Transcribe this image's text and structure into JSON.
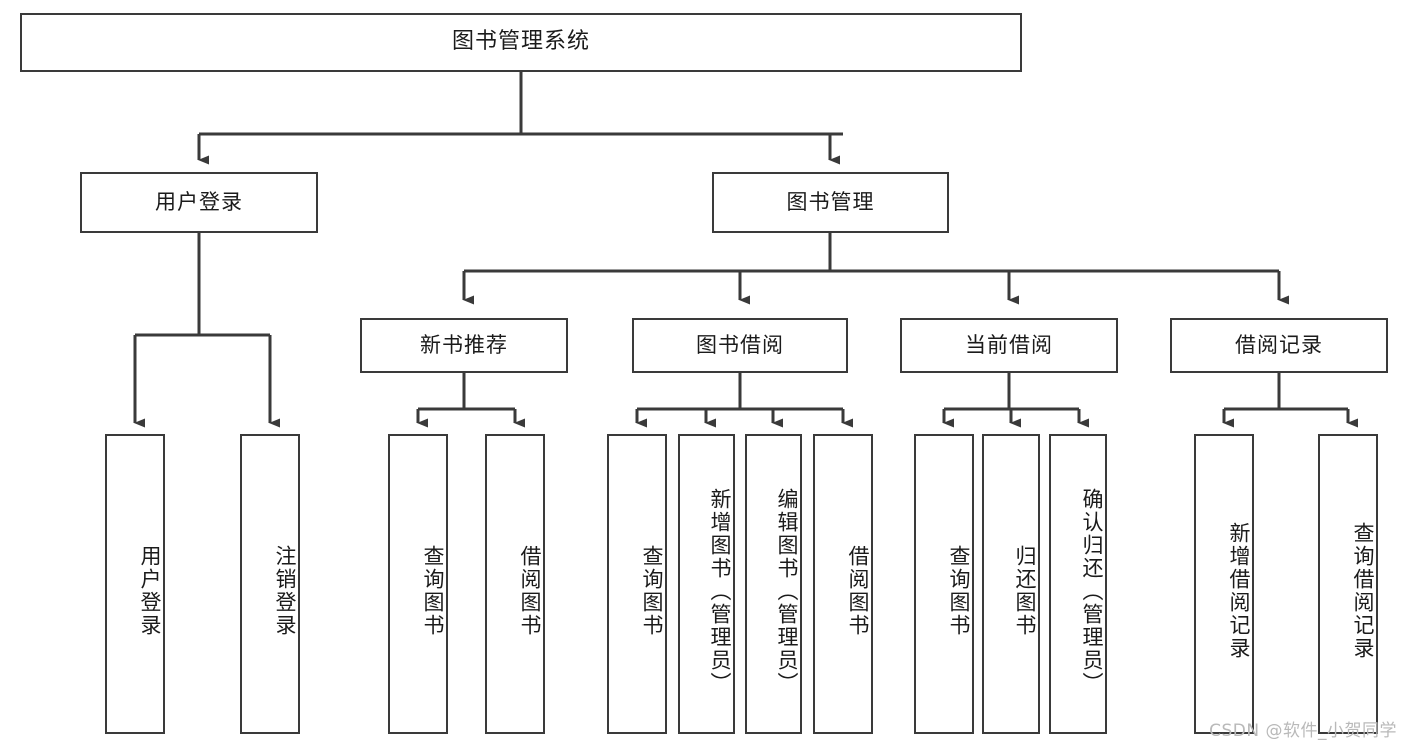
{
  "diagram": {
    "title": "图书管理系统",
    "type": "tree-hierarchy-chart",
    "colors": {
      "box_border": "#3a3a3a",
      "box_fill": "#ffffff",
      "edge": "#3a3a3a",
      "text": "#1b1b1b",
      "watermark": "#b9b9b9",
      "background": "#ffffff"
    },
    "watermark": "CSDN @软件_小贺同学"
  },
  "nodes": {
    "root": {
      "label": "图书管理系统"
    },
    "level2": [
      {
        "id": "user-login",
        "label": "用户登录"
      },
      {
        "id": "book-manage",
        "label": "图书管理"
      }
    ],
    "level3": [
      {
        "id": "new-book-recommend",
        "label": "新书推荐"
      },
      {
        "id": "book-borrow",
        "label": "图书借阅"
      },
      {
        "id": "current-borrow",
        "label": "当前借阅"
      },
      {
        "id": "borrow-record",
        "label": "借阅记录"
      }
    ],
    "leaves": {
      "user_login": [
        {
          "id": "leaf-user-login",
          "label": "用户登录"
        },
        {
          "id": "leaf-logout-login",
          "label": "注销登录"
        }
      ],
      "new_book_recommend": [
        {
          "id": "leaf-query-book-1",
          "label": "查询图书"
        },
        {
          "id": "leaf-borrow-book-1",
          "label": "借阅图书"
        }
      ],
      "book_borrow": [
        {
          "id": "leaf-query-book-2",
          "label": "查询图书"
        },
        {
          "id": "leaf-add-book",
          "label": "新增图书（管理员）"
        },
        {
          "id": "leaf-edit-book",
          "label": "编辑图书（管理员）"
        },
        {
          "id": "leaf-borrow-book-2",
          "label": "借阅图书"
        }
      ],
      "current_borrow": [
        {
          "id": "leaf-query-book-3",
          "label": "查询图书"
        },
        {
          "id": "leaf-return-book",
          "label": "归还图书"
        },
        {
          "id": "leaf-confirm-return",
          "label": "确认归还（管理员）"
        }
      ],
      "borrow_record": [
        {
          "id": "leaf-add-borrow-record",
          "label": "新增借阅记录"
        },
        {
          "id": "leaf-query-borrow-record",
          "label": "查询借阅记录"
        }
      ]
    }
  }
}
